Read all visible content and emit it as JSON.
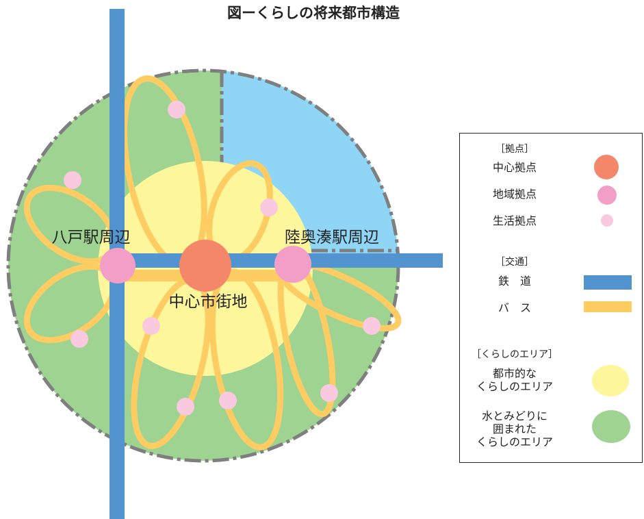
{
  "title": "図ーくらしの将来都市構造",
  "labels": {
    "hachinohe": "八戸駅周辺",
    "mutsuminato": "陸奥湊駅周辺",
    "center": "中心市街地"
  },
  "legend": {
    "nodes_header": "［拠点］",
    "central_node": "中心拠点",
    "regional_node": "地域拠点",
    "living_node": "生活拠点",
    "transport_header": "［交通］",
    "railway": "鉄　道",
    "bus": "バ　ス",
    "area_header": "［くらしのエリア］",
    "urban_area": "都市的な\nくらしのエリア",
    "green_area": "水とみどりに\n囲まれた\nくらしのエリア"
  },
  "colors": {
    "central": "#f4876a",
    "regional": "#f29ec7",
    "living": "#f8c9df",
    "railway": "#5294d0",
    "bus": "#fdcc63",
    "urban": "#fef69b",
    "green": "#9fd391",
    "water": "#8ed5f6",
    "boundary": "#7f7f7f"
  }
}
